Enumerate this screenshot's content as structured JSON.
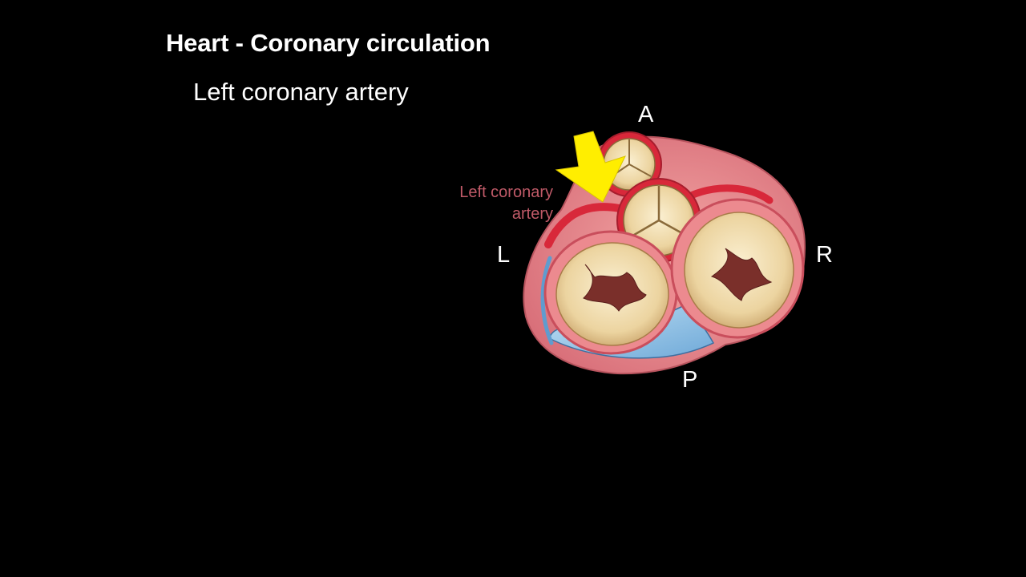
{
  "slide": {
    "title": "Heart - Coronary circulation",
    "subtitle": "Left coronary artery"
  },
  "diagram": {
    "orientation_labels": {
      "anterior": "A",
      "left": "L",
      "right": "R",
      "posterior": "P"
    },
    "callout": {
      "line1": "Left coronary",
      "line2": "artery"
    },
    "colors": {
      "background": "#000000",
      "text": "#ffffff",
      "callout_text": "#c05a68",
      "arrow": "#ffee00",
      "tissue": "#e88b8e",
      "artery": "#d8283a",
      "valve": "#f0dcae",
      "vein": "#8ec6e8"
    }
  }
}
